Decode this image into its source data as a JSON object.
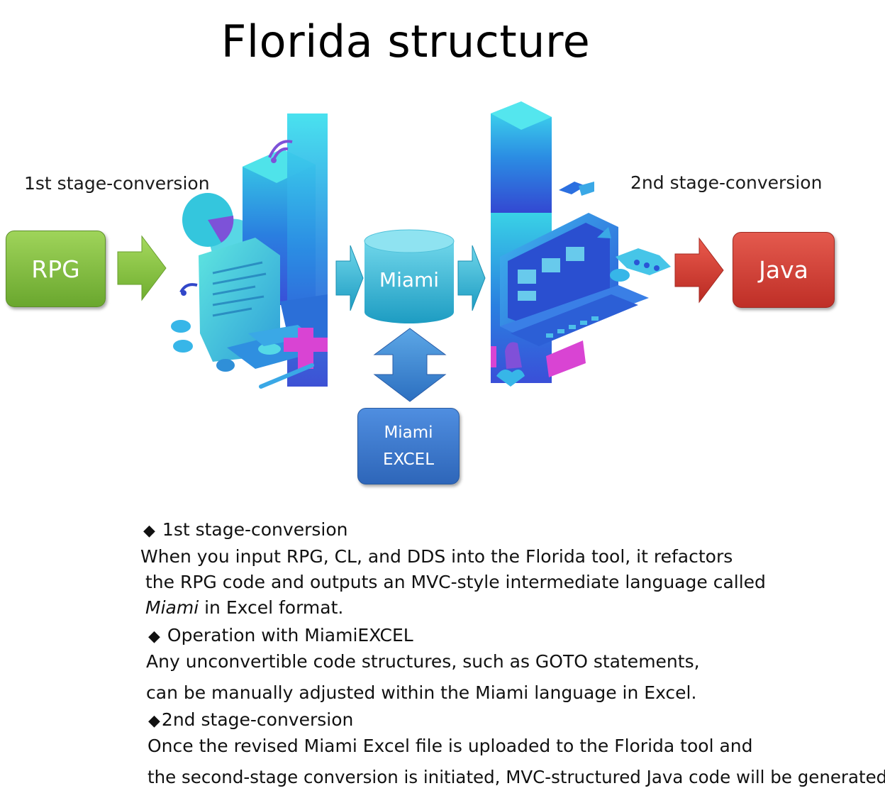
{
  "title": "Florida structure",
  "stage1_label": "1st stage-conversion",
  "stage2_label": "2nd stage-conversion",
  "nodes": {
    "rpg": "RPG",
    "miami": "Miami",
    "miami_excel_line1": "Miami",
    "miami_excel_line2": "EXCEL",
    "java": "Java"
  },
  "colors": {
    "rpg": "#7cb83e",
    "java": "#d2413a",
    "miami_db": "#3bbfd6",
    "miami_excel": "#3b78cc",
    "arrow_blue": "#2f8fd0"
  },
  "description": {
    "bullet": "◆",
    "s1_heading": "1st stage-conversion",
    "s1_line1": "When you input RPG, CL, and DDS into the Florida tool, it refactors",
    "s1_line2": "the RPG code and outputs an MVC-style intermediate language called",
    "s1_line3_em": "Miami",
    "s1_line3_rest": " in Excel format.",
    "s2_heading": "Operation with MiamiEXCEL",
    "s2_line1": "Any unconvertible code structures, such as GOTO statements,",
    "s2_line2": "can be manually adjusted within the Miami language in Excel.",
    "s3_heading": "2nd stage-conversion",
    "s3_line1": "Once the revised Miami Excel file is uploaded to the Florida tool and",
    "s3_line2": "the second-stage conversion is initiated, MVC-structured Java code will be generated."
  }
}
